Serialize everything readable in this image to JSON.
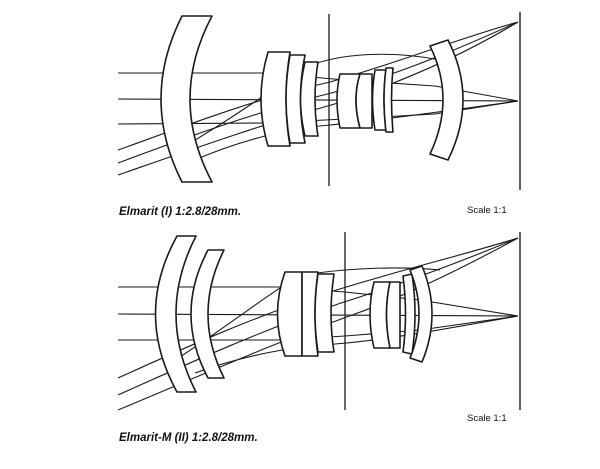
{
  "diagrams": [
    {
      "caption": "Elmarit (I) 1:2.8/28mm.",
      "scale": "Scale 1:1"
    },
    {
      "caption": "Elmarit-M (II) 1:2.8/28mm.",
      "scale": "Scale 1:1"
    }
  ]
}
